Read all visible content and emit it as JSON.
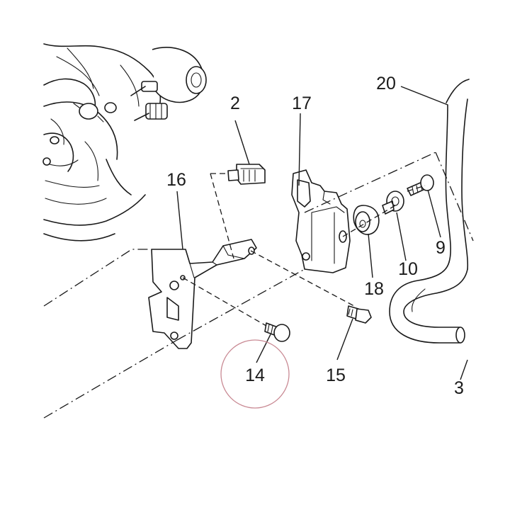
{
  "diagram": {
    "callouts": [
      {
        "id": "2",
        "label": "2"
      },
      {
        "id": "17",
        "label": "17"
      },
      {
        "id": "20",
        "label": "20"
      },
      {
        "id": "16",
        "label": "16"
      },
      {
        "id": "9",
        "label": "9"
      },
      {
        "id": "10",
        "label": "10"
      },
      {
        "id": "18",
        "label": "18"
      },
      {
        "id": "14",
        "label": "14"
      },
      {
        "id": "15",
        "label": "15"
      },
      {
        "id": "3",
        "label": "3"
      }
    ],
    "highlight_callout": "14",
    "colors": {
      "line": "#1a1a1a",
      "highlight": "#c98a94",
      "background": "#ffffff"
    }
  }
}
